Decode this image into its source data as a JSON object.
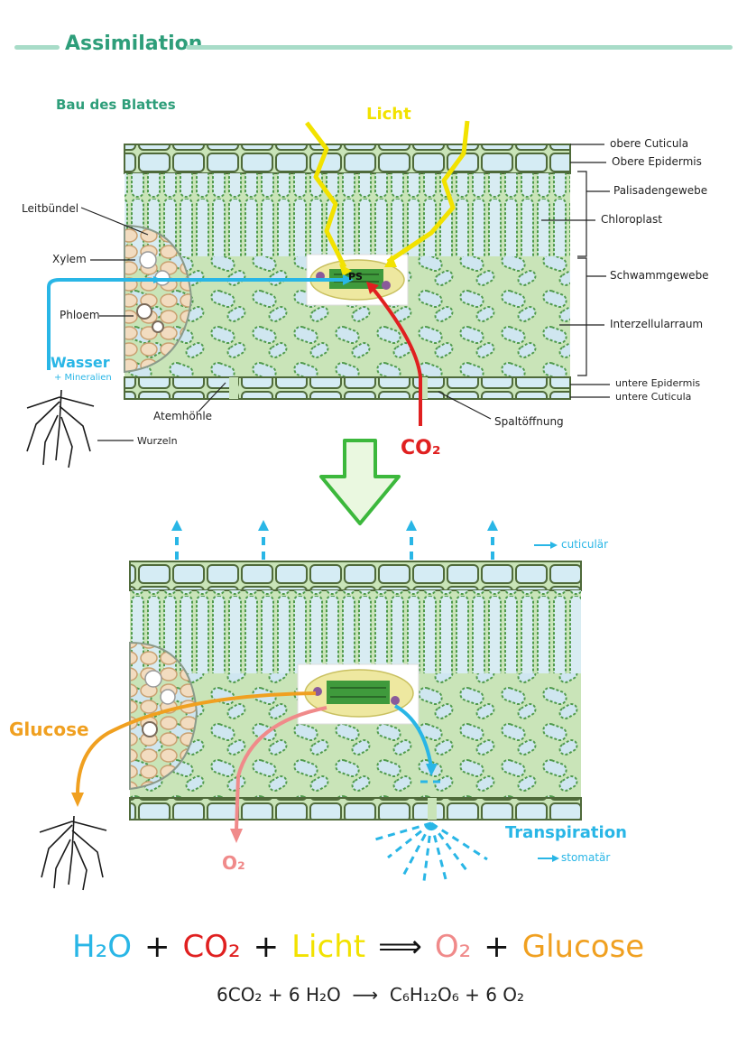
{
  "title": "Assimilation",
  "subtitle": "Bau des Blattes",
  "labels_top": {
    "licht": "Licht",
    "obere_cuticula": "obere Cuticula",
    "obere_epidermis": "Obere Epidermis",
    "palisadengewebe": "Palisadengewebe",
    "chloroplast": "Chloroplast",
    "schwammgewebe": "Schwammgewebe",
    "interzellularraum": "Interzellularraum",
    "untere_epidermis": "untere Epidermis",
    "untere_cuticula": "untere Cuticula",
    "spaltoeffnung": "Spaltöffnung",
    "co2": "CO₂",
    "atemhoehle": "Atemhöhle",
    "wurzeln": "Wurzeln",
    "wasser": "Wasser",
    "mineralien": "+ Mineralien",
    "phloem": "Phloem",
    "xylem": "Xylem",
    "leitbuendel": "Leitbündel",
    "ps": "PS"
  },
  "labels_bottom": {
    "cuticulaer": "cuticulär",
    "glucose": "Glucose",
    "o2": "O₂",
    "transpiration": "Transpiration",
    "stomataer": "stomatär"
  },
  "equation_words": {
    "h2o": "H₂O",
    "plus1": "+",
    "co2": "CO₂",
    "plus2": "+",
    "licht": "Licht",
    "arrow": "⟹",
    "o2": "O₂",
    "plus3": "+",
    "glucose": "Glucose"
  },
  "equation_formula": "6CO₂ + 6 H₂O  ⟶  C₆H₁₂O₆ + 6 O₂",
  "colors": {
    "title_green": "#2e9e7a",
    "title_line": "#a8dcc8",
    "water_blue": "#29b6e6",
    "co2_red": "#e02020",
    "licht_yellow": "#f2e200",
    "o2_pink": "#f08a8a",
    "glucose_orange": "#f0a020",
    "leaf_green": "#5a9e54",
    "leaf_fill": "#c9e4b8",
    "cell_fill": "#cfe6f0"
  }
}
